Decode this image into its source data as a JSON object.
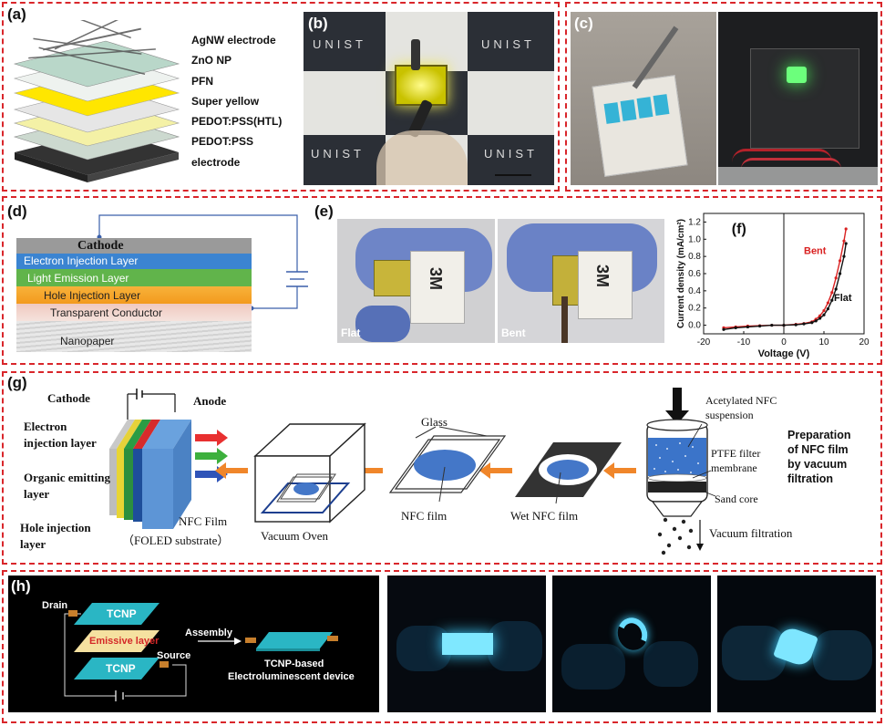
{
  "panels": {
    "a": {
      "label": "(a)",
      "layers": [
        "AgNW electrode",
        "ZnO NP",
        "PFN",
        "Super yellow",
        "PEDOT:PSS(HTL)",
        "PEDOT:PSS",
        "electrode"
      ]
    },
    "b": {
      "label": "(b)",
      "watermark": "UNIST"
    },
    "c": {
      "label": "(c)"
    },
    "d": {
      "label": "(d)",
      "layers": [
        "Cathode",
        "Electron Injection Layer",
        "Light Emission Layer",
        "Hole Injection Layer",
        "Transparent Conductor",
        "Nanopaper"
      ]
    },
    "e": {
      "label": "(e)",
      "flat": "Flat",
      "bent": "Bent",
      "brand": "3M"
    },
    "f": {
      "label": "(f)"
    },
    "g": {
      "label": "(g)",
      "cathode": "Cathode",
      "anode": "Anode",
      "eil": "Electron injection layer",
      "oel": "Organic emitting layer",
      "hil": "Hole injection layer",
      "nfc_film_substrate_1": "NFC Film",
      "nfc_film_substrate_2": "（FOLED substrate）",
      "vacuum_oven": "Vacuum Oven",
      "glass": "Glass",
      "nfc_film": "NFC film",
      "wet_nfc_film": "Wet NFC film",
      "acetylated_1": "Acetylated NFC",
      "acetylated_2": "suspension",
      "ptfe_1": "PTFE filter",
      "ptfe_2": "membrane",
      "sand_core": "Sand core",
      "vacuum_filtration": "Vacuum filtration",
      "prep_1": "Preparation",
      "prep_2": "of NFC film",
      "prep_3": "by vacuum",
      "prep_4": "filtration"
    },
    "h": {
      "label": "(h)",
      "drain": "Drain",
      "source": "Source",
      "tcnp": "TCNP",
      "emissive": "Emissive layer",
      "assembly": "Assembly",
      "device_1": "TCNP-based",
      "device_2": "Electroluminescent device"
    }
  },
  "chart_data": {
    "type": "line",
    "title": "(f)",
    "xlabel": "Voltage (V)",
    "ylabel": "Current density (mA/cm²)",
    "xlim": [
      -20,
      20
    ],
    "ylim": [
      -0.1,
      1.3
    ],
    "xticks": [
      -20,
      -10,
      0,
      10,
      20
    ],
    "yticks": [
      0.0,
      0.2,
      0.4,
      0.6,
      0.8,
      1.0,
      1.2
    ],
    "series": [
      {
        "name": "Bent",
        "color": "#d92121",
        "x": [
          -15,
          -12,
          -9,
          -6,
          -3,
          0,
          3,
          5,
          7,
          8,
          9,
          10,
          11,
          12,
          13,
          14,
          15,
          15.5
        ],
        "y": [
          -0.03,
          -0.02,
          -0.01,
          -0.005,
          0,
          0,
          0.01,
          0.02,
          0.04,
          0.07,
          0.11,
          0.17,
          0.26,
          0.38,
          0.55,
          0.75,
          0.98,
          1.12
        ]
      },
      {
        "name": "Flat",
        "color": "#111111",
        "x": [
          -15,
          -12,
          -9,
          -6,
          -3,
          0,
          3,
          5,
          7,
          8,
          9,
          10,
          11,
          12,
          13,
          14,
          15,
          15.5
        ],
        "y": [
          -0.05,
          -0.03,
          -0.02,
          -0.01,
          0,
          0,
          0.005,
          0.015,
          0.03,
          0.05,
          0.08,
          0.12,
          0.19,
          0.29,
          0.42,
          0.6,
          0.8,
          0.95
        ]
      }
    ]
  }
}
